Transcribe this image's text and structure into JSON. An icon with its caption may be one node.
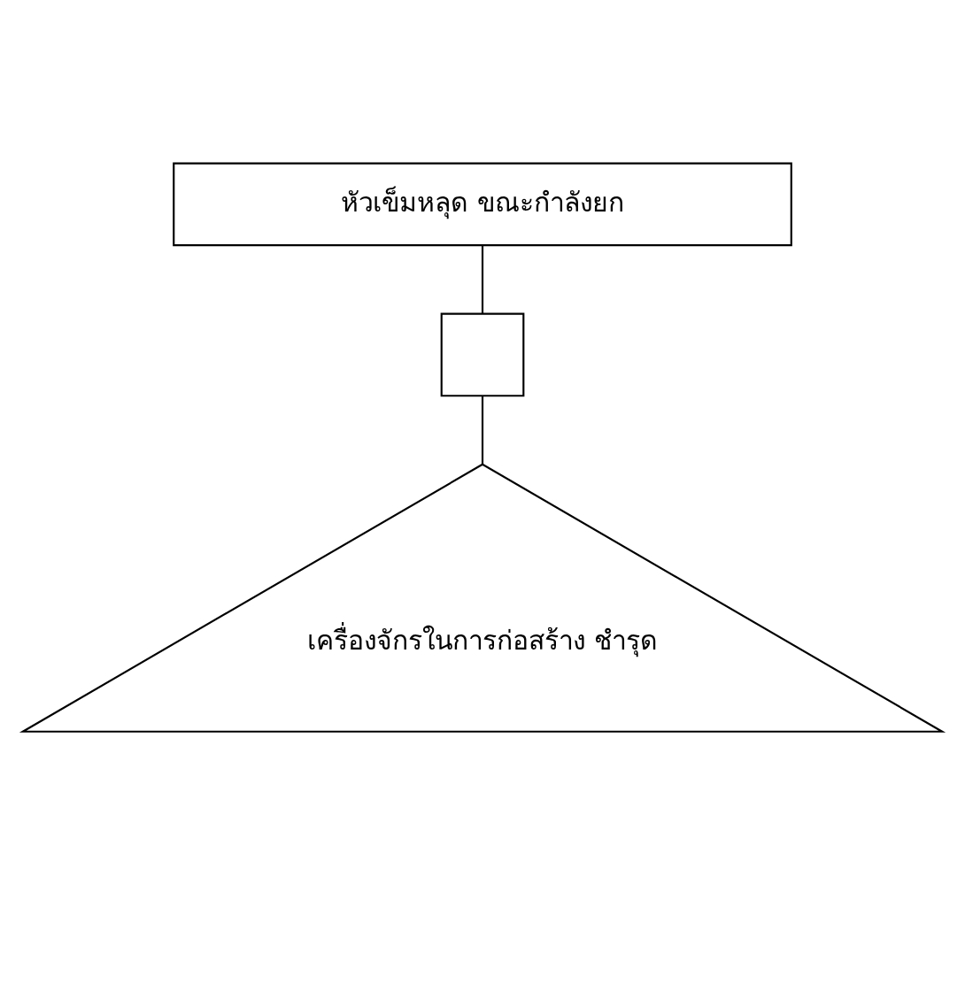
{
  "diagram": {
    "nodes": [
      {
        "text": [
          "หัวเข็มหลุด ขณะกำลังยก"
        ]
      },
      {
        "text": [],
        "shape": "gate"
      },
      {
        "text": [
          "เครื่องจักรในการก่อสร้าง ชำรุด"
        ]
      }
    ],
    "edges": [
      {
        "from": 0,
        "to": 1,
        "arrow": "none"
      },
      {
        "from": 1,
        "to": 2,
        "arrow": "none"
      }
    ]
  }
}
